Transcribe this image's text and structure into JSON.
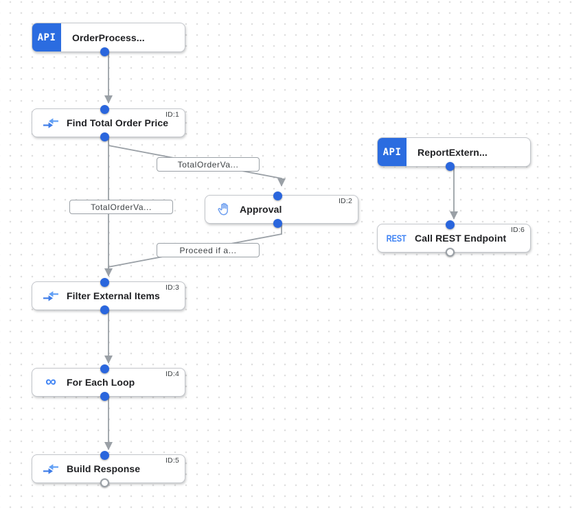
{
  "palette": {
    "trigger_blue": "#2b6ce0",
    "connector_blue": "#2a66dd",
    "icon_blue": "#4285f4",
    "hand_blue": "#6d9eef",
    "edge_gray": "#9aa0a6",
    "node_border": "#c3c6cb",
    "text_dark": "#202124",
    "grid_dot": "#dfdfdf"
  },
  "nodes": [
    {
      "kind": "api-trigger",
      "badge": "API",
      "label": "OrderProcess..."
    },
    {
      "kind": "data-mapping-task",
      "task_id": "ID:1",
      "label": "Find Total Order Price"
    },
    {
      "kind": "approval-task",
      "task_id": "ID:2",
      "label": "Approval"
    },
    {
      "kind": "data-mapping-task",
      "task_id": "ID:3",
      "label": "Filter External Items"
    },
    {
      "kind": "for-each-loop-task",
      "task_id": "ID:4",
      "label": "For Each Loop",
      "icon_glyph": "∞"
    },
    {
      "kind": "data-mapping-task",
      "task_id": "ID:5",
      "label": "Build Response"
    },
    {
      "kind": "api-trigger",
      "badge": "API",
      "label": "ReportExtern..."
    },
    {
      "kind": "rest-task",
      "task_id": "ID:6",
      "label": "Call REST Endpoint",
      "icon_text": "REST"
    }
  ],
  "edge_labels": [
    {
      "text": "TotalOrderVa..."
    },
    {
      "text": "TotalOrderVa..."
    },
    {
      "text": "Proceed if a..."
    }
  ]
}
